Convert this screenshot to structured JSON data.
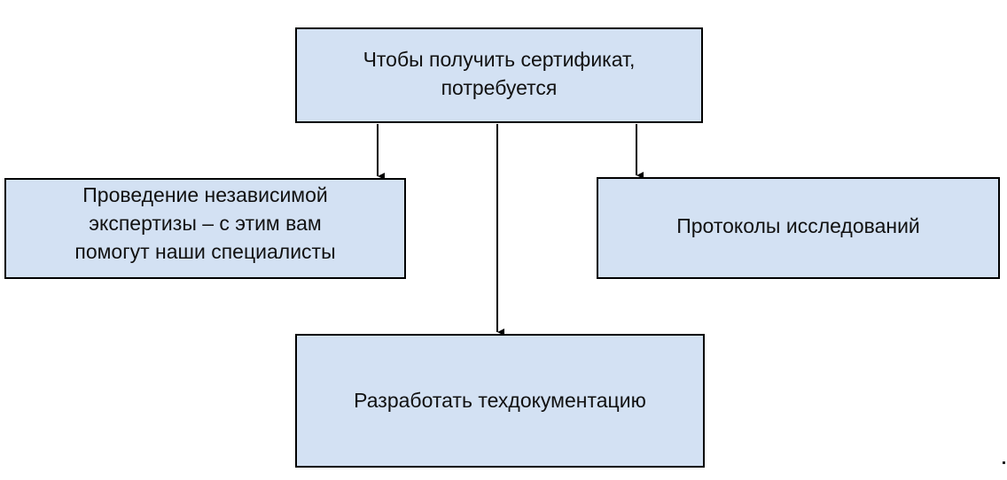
{
  "nodes": {
    "top": {
      "text": "Чтобы получить сертификат,\nпотребуется"
    },
    "left": {
      "text": "Проведение независимой\nэкспертизы – с этим вам\nпомогут наши специалисты"
    },
    "right": {
      "text": "Протоколы исследований"
    },
    "bottom": {
      "text": "Разработать техдокументацию"
    }
  },
  "edges": [
    {
      "from": "top",
      "to": "left"
    },
    {
      "from": "top",
      "to": "bottom"
    },
    {
      "from": "top",
      "to": "right"
    }
  ],
  "colors": {
    "node_fill": "#d3e1f3",
    "node_border": "#000000",
    "connector": "#000000"
  }
}
